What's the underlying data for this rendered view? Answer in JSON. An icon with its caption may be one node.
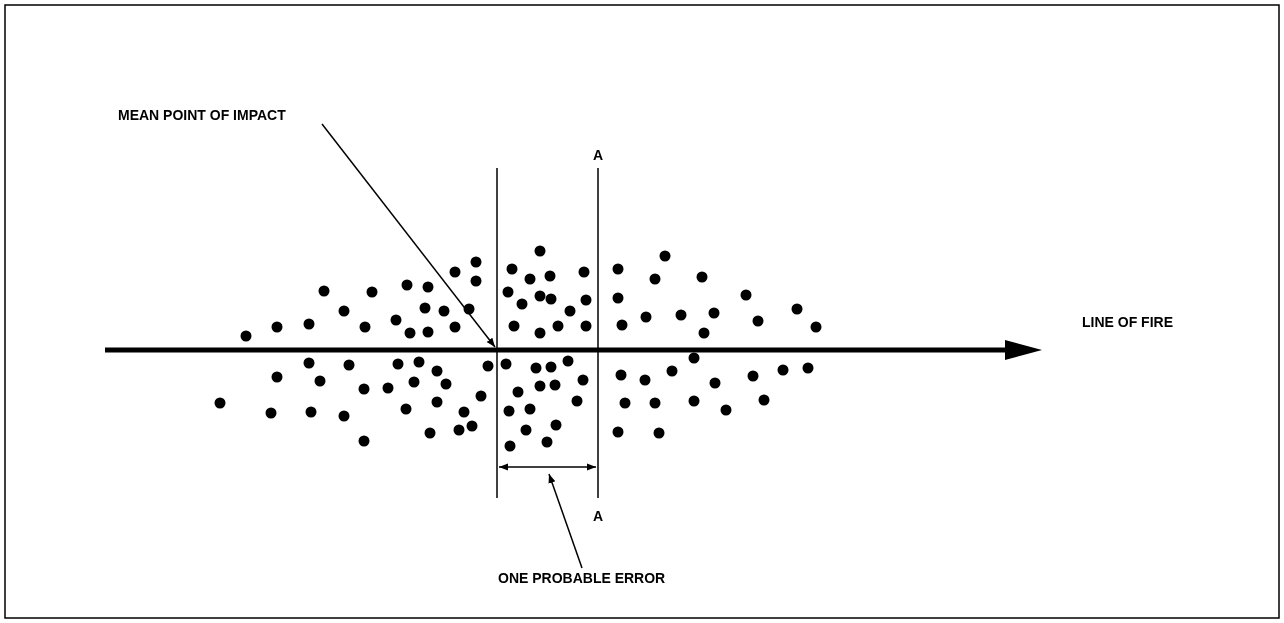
{
  "diagram": {
    "nodes": [
      {
        "text": [
          "MEAN POINT OF IMPACT"
        ]
      },
      {
        "text": [
          "ONE PROBABLE ERROR"
        ]
      }
    ],
    "edges": [
      {
        "from": 0,
        "to": null,
        "arrow": "to"
      },
      {
        "from": 1,
        "to": null,
        "arrow": "to"
      }
    ],
    "labels": [
      "A",
      "LINE OF FIRE",
      "A"
    ]
  }
}
